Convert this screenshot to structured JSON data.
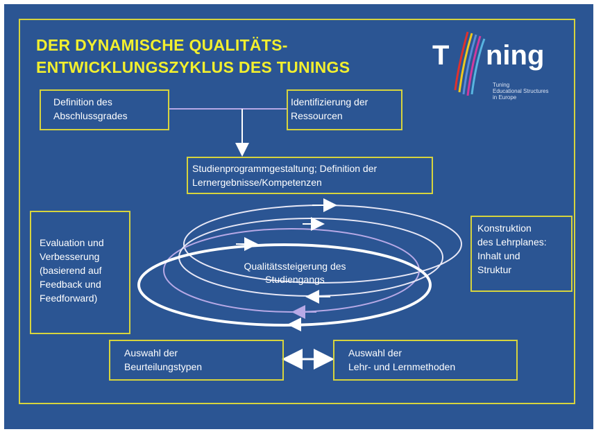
{
  "title": {
    "line1": "DER DYNAMISCHE QUALITÄTS-",
    "line2": "ENTWICKLUNGSZYKLUS DES TUNINGS"
  },
  "logo": {
    "part1": "T",
    "part2": "ning",
    "tagline": [
      "Tuning",
      "Educational Structures",
      "in Europe"
    ]
  },
  "boxes": {
    "definition": [
      "Definition des",
      "Abschlussgrades"
    ],
    "ressourcen": [
      "Identifizierung der",
      "Ressourcen"
    ],
    "studienprogramm": [
      "Studienprogrammgestaltung; Definition der",
      "Lernergebnisse/Kompetenzen"
    ],
    "evaluation": [
      "Evaluation und",
      "Verbesserung",
      "(basierend auf",
      "Feedback und",
      "Feedforward)"
    ],
    "konstruktion": [
      "Konstruktion",
      "des Lehrplanes:",
      "Inhalt und",
      "Struktur"
    ],
    "beurteilung": [
      "Auswahl der",
      "Beurteilungstypen"
    ],
    "lehrmethoden": [
      "Auswahl der",
      "Lehr- und Lernmethoden"
    ]
  },
  "cycle_label": [
    "Qualitätssteigerung des",
    "Studiengangs"
  ],
  "colors": {
    "background": "#2b5593",
    "border": "#d7d43d",
    "title": "#f2ef2e",
    "text": "#ffffff",
    "ellipse_light": "#e8e8f6",
    "ellipse_violet": "#b7a9e6"
  }
}
